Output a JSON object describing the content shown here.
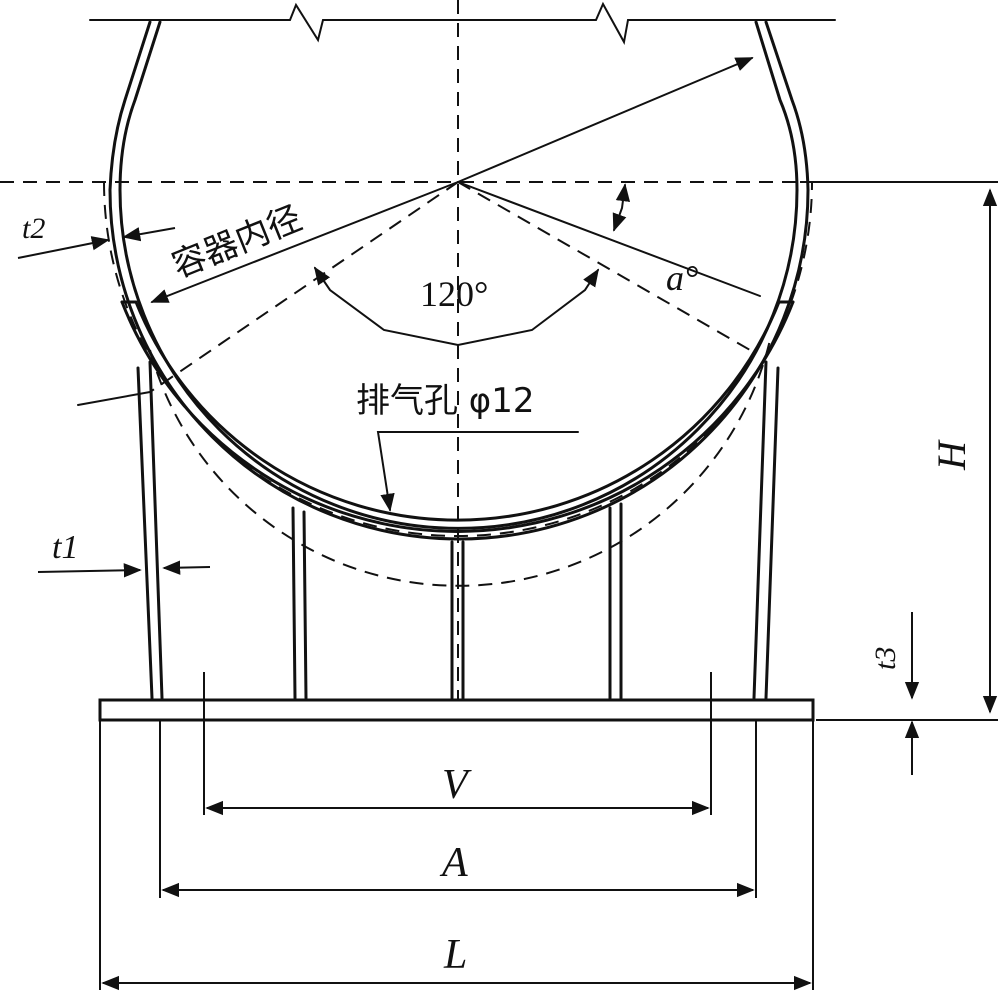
{
  "labels": {
    "t2": "t2",
    "vessel_inner_diameter": "容器内径",
    "angle_120": "120°",
    "angle_a": "a°",
    "vent_hole": "排气孔 φ12",
    "t1": "t1",
    "H": "H",
    "t3": "t3",
    "V": "V",
    "A": "A",
    "L": "L"
  }
}
